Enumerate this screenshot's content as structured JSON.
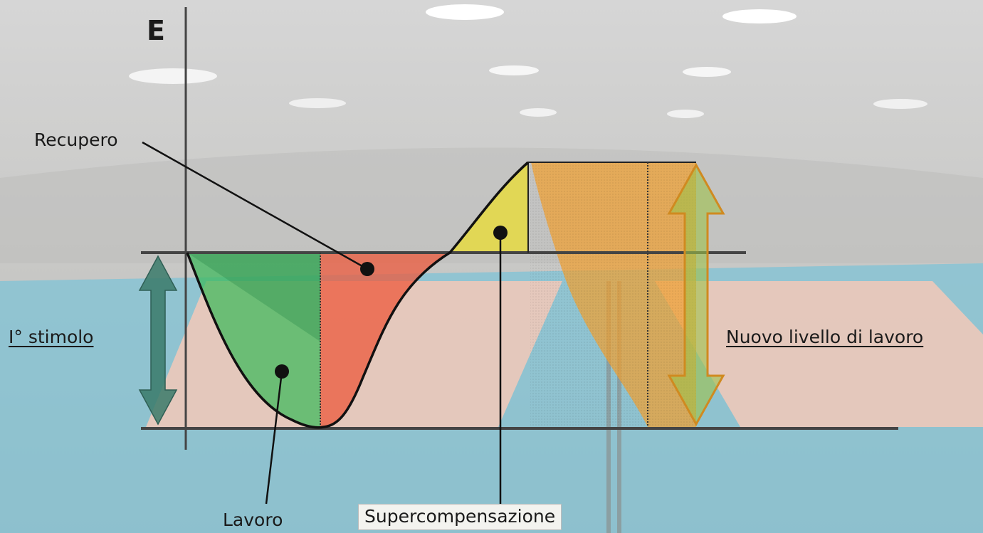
{
  "diagram": {
    "axis_label": "E",
    "labels": {
      "recupero": "Recupero",
      "primo_stimolo": "I° stimolo",
      "nuovo_livello": "Nuovo livello di lavoro",
      "lavoro": "Lavoro",
      "supercompensazione": "Supercompensazione"
    },
    "colors": {
      "lavoro": "#3cb85a",
      "recupero": "#ec5a3c",
      "supercompensazione": "#e8dc3a",
      "nuovo_livello": "#f0a030",
      "stimolo_arrow": "#3a7a6a",
      "lines": "#444444",
      "background_overlay": "#e6e6e4",
      "court_floor": "#7fc3d6",
      "court_zone": "#f3c9b8"
    }
  }
}
